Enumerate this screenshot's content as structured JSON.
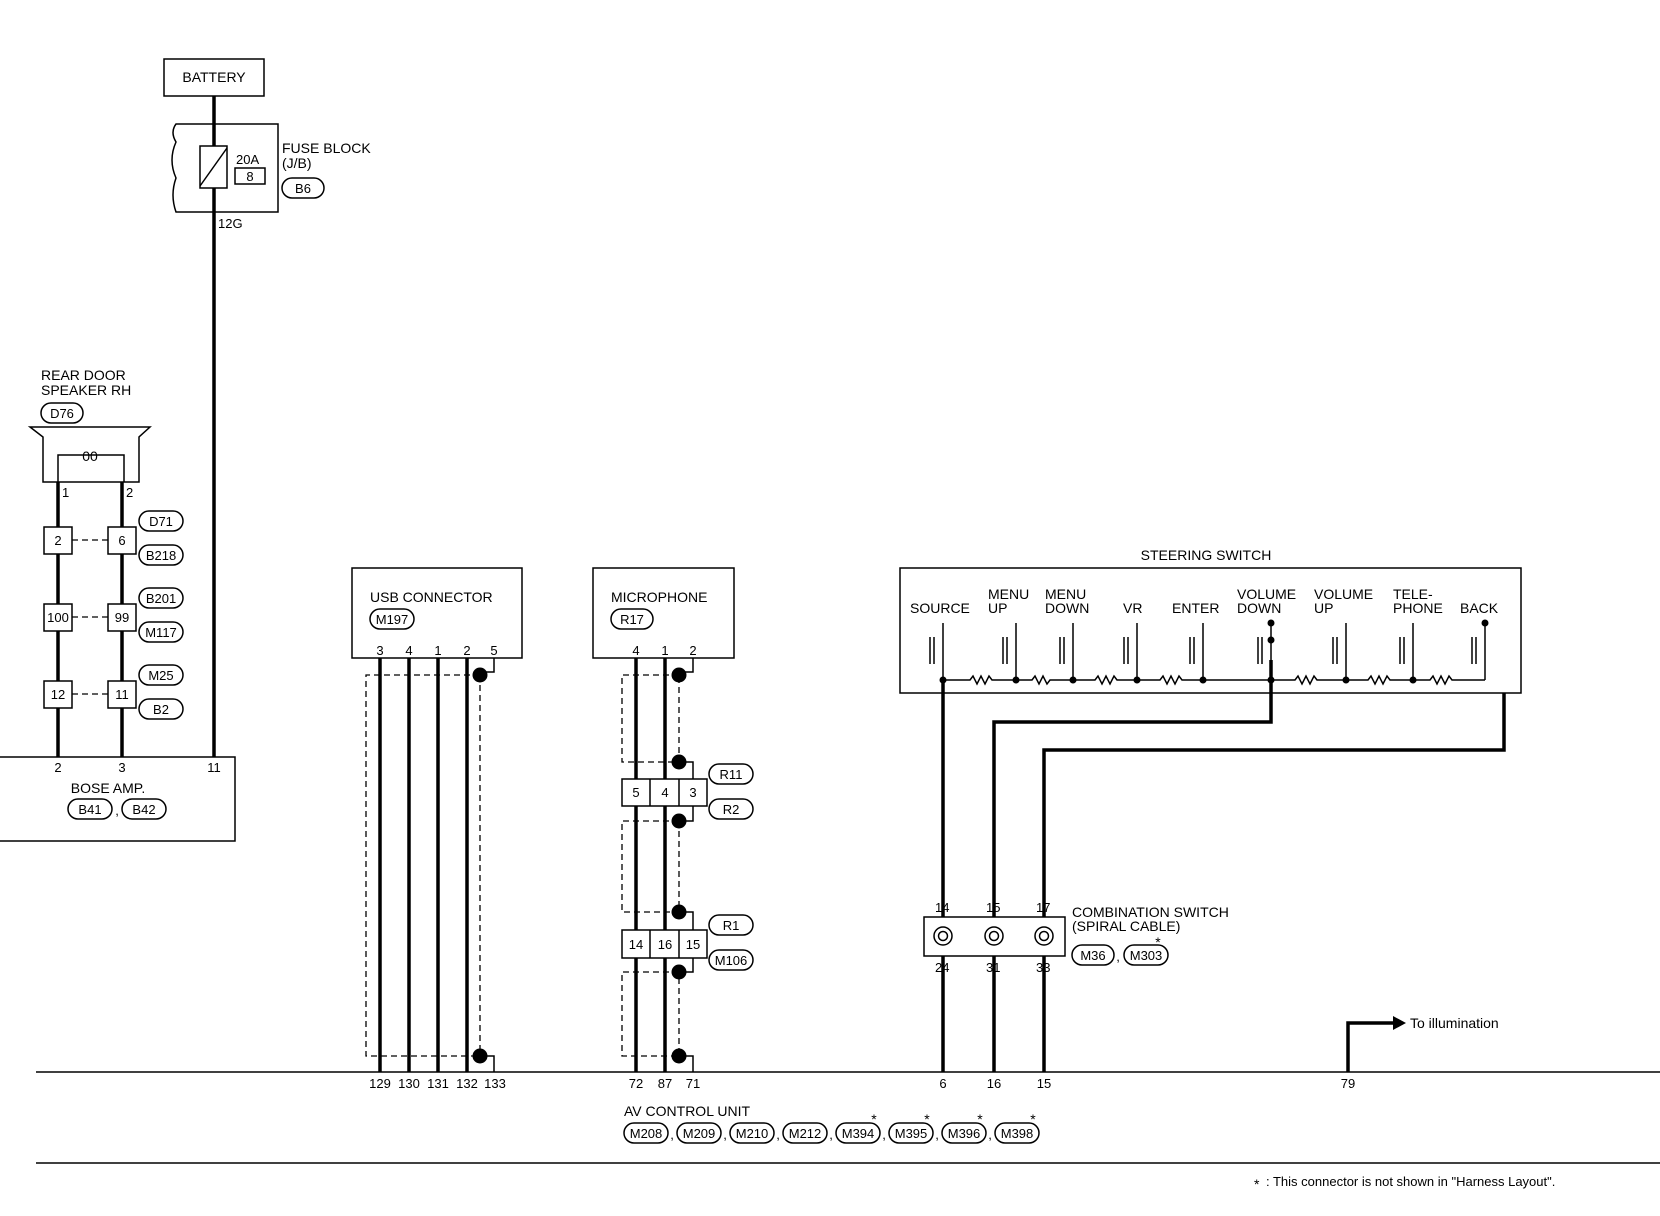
{
  "battery": {
    "label": "BATTERY"
  },
  "fuse_block": {
    "label": "FUSE BLOCK",
    "sub": "(J/B)",
    "connector": "B6",
    "rating": "20A",
    "number": "8",
    "output_pin": "12G"
  },
  "rear_door_speaker": {
    "label_line1": "REAR DOOR",
    "label_line2": "SPEAKER RH",
    "connector": "D76",
    "symbol": "00",
    "pins": [
      "1",
      "2"
    ]
  },
  "joint_connectors": {
    "left_pins": [
      "2",
      "100",
      "12"
    ],
    "right_pins": [
      "6",
      "99",
      "11"
    ],
    "tags": [
      "D71",
      "B218",
      "B201",
      "M117",
      "M25",
      "B2"
    ]
  },
  "bose_amp": {
    "label": "BOSE AMP.",
    "connectors": [
      "B41",
      "B42"
    ],
    "pins": [
      "2",
      "3",
      "11"
    ],
    "separator": ","
  },
  "usb_connector": {
    "label": "USB CONNECTOR",
    "connector": "M197",
    "pins": [
      "3",
      "4",
      "1",
      "2",
      "5"
    ]
  },
  "microphone": {
    "label": "MICROPHONE",
    "connector": "R17",
    "pins": [
      "4",
      "1",
      "2"
    ],
    "joint_a": [
      "5",
      "4",
      "3"
    ],
    "joint_a_tags": [
      "R11",
      "R2"
    ],
    "joint_b": [
      "14",
      "16",
      "15"
    ],
    "joint_b_tags": [
      "R1",
      "M106"
    ]
  },
  "steering_switch": {
    "label": "STEERING SWITCH",
    "buttons": [
      {
        "line1": "SOURCE",
        "line2": ""
      },
      {
        "line1": "MENU",
        "line2": "UP"
      },
      {
        "line1": "MENU",
        "line2": "DOWN"
      },
      {
        "line1": "VR",
        "line2": ""
      },
      {
        "line1": "ENTER",
        "line2": ""
      },
      {
        "line1": "VOLUME",
        "line2": "DOWN"
      },
      {
        "line1": "VOLUME",
        "line2": "UP"
      },
      {
        "line1": "TELE-",
        "line2": "PHONE"
      },
      {
        "line1": "BACK",
        "line2": ""
      }
    ]
  },
  "combination_switch": {
    "label_line1": "COMBINATION SWITCH",
    "label_line2": "(SPIRAL CABLE)",
    "connectors": [
      "M36",
      "M303"
    ],
    "top_pins": [
      "14",
      "15",
      "17"
    ],
    "bottom_pins": [
      "24",
      "31",
      "33"
    ],
    "star": "*",
    "separator": ","
  },
  "illumination": {
    "label": "To illumination"
  },
  "av_control_unit": {
    "label": "AV CONTROL UNIT",
    "pins": [
      "129",
      "130",
      "131",
      "132",
      "133",
      "72",
      "87",
      "71",
      "6",
      "16",
      "15",
      "79"
    ],
    "connectors": [
      "M208",
      "M209",
      "M210",
      "M212",
      "M394",
      "M395",
      "M396",
      "M398"
    ],
    "starred": [
      "M394",
      "M395",
      "M396",
      "M398"
    ],
    "star": "*",
    "separator": ","
  },
  "footnote": {
    "star": "*",
    "text": ": This connector is not shown in \"Harness Layout\"."
  }
}
